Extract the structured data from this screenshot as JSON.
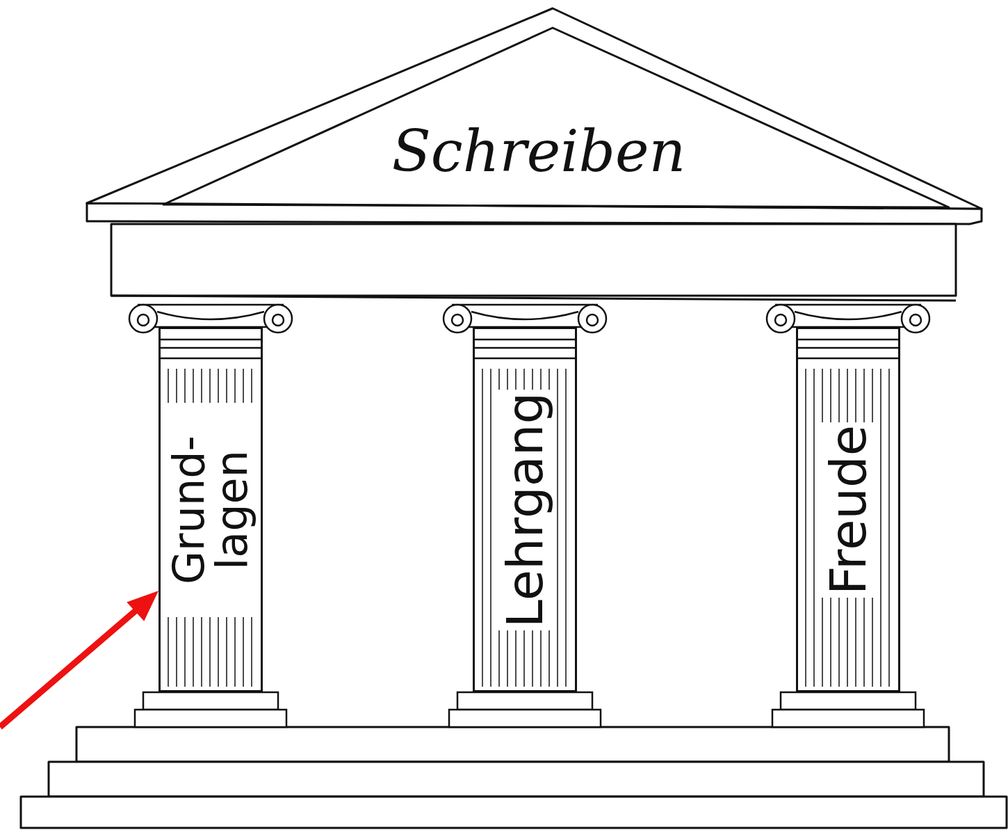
{
  "diagram": {
    "nodes": [
      {
        "text": [
          "Schreiben"
        ]
      },
      {
        "text": [
          "Grund- lagen"
        ]
      },
      {
        "text": [
          "Lehrgang"
        ]
      },
      {
        "text": [
          "Freude"
        ]
      }
    ]
  }
}
